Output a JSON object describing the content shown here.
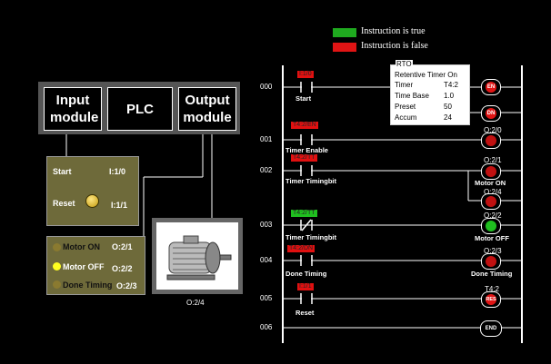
{
  "legend": [
    {
      "label": "Instruction is true",
      "color": "#1faa1f"
    },
    {
      "label": "Instruction is false",
      "color": "#e01414"
    }
  ],
  "blocks": {
    "input": "Input module",
    "plc": "PLC",
    "output": "Output module"
  },
  "input_panel": {
    "start_label": "Start",
    "start_addr": "I:1/0",
    "reset_label": "Reset",
    "reset_addr": "I:1/1"
  },
  "indicators": [
    {
      "label": "Motor ON",
      "addr": "O:2/1",
      "lit": false
    },
    {
      "label": "Motor OFF",
      "addr": "O:2/2",
      "lit": true
    },
    {
      "label": "Done Timing",
      "addr": "O:2/3",
      "lit": false
    }
  ],
  "motor": {
    "addr": "O:2/4"
  },
  "rungs": [
    "000",
    "001",
    "002",
    "003",
    "004",
    "005",
    "006"
  ],
  "ladder": {
    "tags": [
      "I:1/0",
      "T4:2/EN",
      "T4:2/TT",
      "T4:2/TT",
      "T4:2/DN",
      "I:1/1"
    ],
    "contact_labels": [
      "Start",
      "Timer Enable",
      "Timer Timingbit",
      "Timer Timingbit",
      "Done Timing",
      "Reset"
    ],
    "coil_addrs": [
      "O:2/0",
      "O:2/1",
      "O:2/4",
      "O:2/2",
      "O:2/3",
      "T4:2"
    ],
    "coil_labels": [
      "Motor ON",
      "Motor OFF",
      "Done Timing"
    ],
    "coils": [
      "EN",
      "DN",
      "RES",
      "END"
    ]
  },
  "rto": {
    "title": "RTO",
    "subtitle": "Retentive Timer On",
    "rows": [
      {
        "k": "Timer",
        "v": "T4:2"
      },
      {
        "k": "Time Base",
        "v": "1.0"
      },
      {
        "k": "Preset",
        "v": "50"
      },
      {
        "k": "Accum",
        "v": "24"
      }
    ]
  }
}
